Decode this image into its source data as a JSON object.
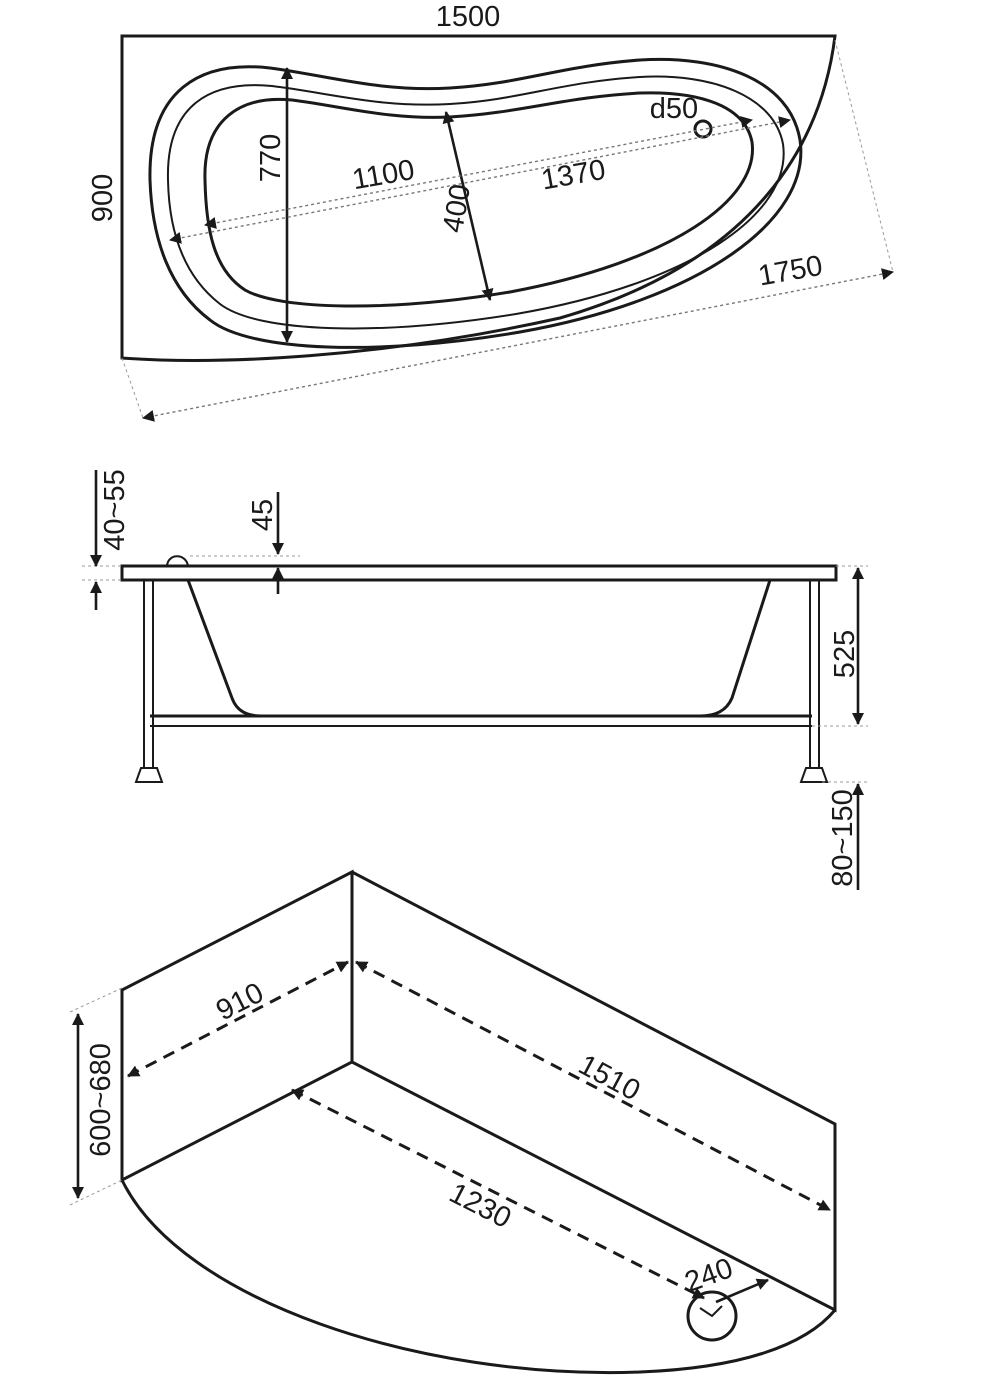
{
  "top_view": {
    "width": "1500",
    "depth": "900",
    "inner_width_cross": "770",
    "bowl_length_left": "1100",
    "bowl_length_right": "1370",
    "bowl_width_mid": "400",
    "drain_diameter": "d50",
    "diagonal_length": "1750"
  },
  "side_view": {
    "rim_overhang": "40~55",
    "rim_thickness": "45",
    "tub_height": "525",
    "leg_adjust": "80~150"
  },
  "panel_view": {
    "short_side": "910",
    "long_side": "1510",
    "panel_height": "600~680",
    "front_length": "1230",
    "drain_offset": "240"
  }
}
